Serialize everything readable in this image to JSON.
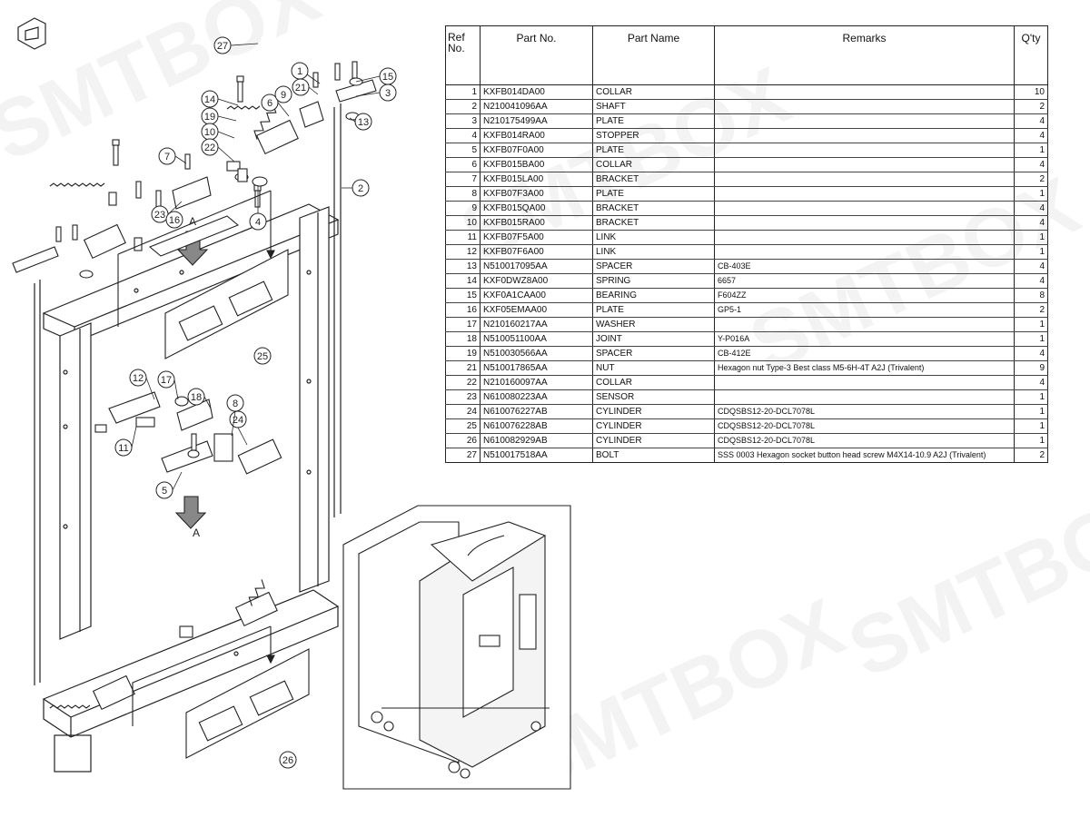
{
  "table": {
    "headers": {
      "ref": "Ref\nNo.",
      "part_no": "Part No.",
      "part_name": "Part Name",
      "remarks": "Remarks",
      "qty": "Q'ty"
    },
    "rows": [
      {
        "ref": "1",
        "part_no": "KXFB014DA00",
        "part_name": "COLLAR",
        "remarks": "",
        "qty": "10"
      },
      {
        "ref": "2",
        "part_no": "N210041096AA",
        "part_name": "SHAFT",
        "remarks": "",
        "qty": "2"
      },
      {
        "ref": "3",
        "part_no": "N210175499AA",
        "part_name": "PLATE",
        "remarks": "",
        "qty": "4"
      },
      {
        "ref": "4",
        "part_no": "KXFB014RA00",
        "part_name": "STOPPER",
        "remarks": "",
        "qty": "4"
      },
      {
        "ref": "5",
        "part_no": "KXFB07F0A00",
        "part_name": "PLATE",
        "remarks": "",
        "qty": "1"
      },
      {
        "ref": "6",
        "part_no": "KXFB015BA00",
        "part_name": "COLLAR",
        "remarks": "",
        "qty": "4"
      },
      {
        "ref": "7",
        "part_no": "KXFB015LA00",
        "part_name": "BRACKET",
        "remarks": "",
        "qty": "2"
      },
      {
        "ref": "8",
        "part_no": "KXFB07F3A00",
        "part_name": "PLATE",
        "remarks": "",
        "qty": "1"
      },
      {
        "ref": "9",
        "part_no": "KXFB015QA00",
        "part_name": "BRACKET",
        "remarks": "",
        "qty": "4"
      },
      {
        "ref": "10",
        "part_no": "KXFB015RA00",
        "part_name": "BRACKET",
        "remarks": "",
        "qty": "4"
      },
      {
        "ref": "11",
        "part_no": "KXFB07F5A00",
        "part_name": "LINK",
        "remarks": "",
        "qty": "1"
      },
      {
        "ref": "12",
        "part_no": "KXFB07F6A00",
        "part_name": "LINK",
        "remarks": "",
        "qty": "1"
      },
      {
        "ref": "13",
        "part_no": "N510017095AA",
        "part_name": "SPACER",
        "remarks": "CB-403E",
        "qty": "4"
      },
      {
        "ref": "14",
        "part_no": "KXF0DWZ8A00",
        "part_name": "SPRING",
        "remarks": "6657",
        "qty": "4"
      },
      {
        "ref": "15",
        "part_no": "KXF0A1CAA00",
        "part_name": "BEARING",
        "remarks": "F604ZZ",
        "qty": "8"
      },
      {
        "ref": "16",
        "part_no": "KXF05EMAA00",
        "part_name": "PLATE",
        "remarks": "GP5-1",
        "qty": "2"
      },
      {
        "ref": "17",
        "part_no": "N210160217AA",
        "part_name": "WASHER",
        "remarks": "",
        "qty": "1"
      },
      {
        "ref": "18",
        "part_no": "N510051100AA",
        "part_name": "JOINT",
        "remarks": "Y-P016A",
        "qty": "1"
      },
      {
        "ref": "19",
        "part_no": "N510030566AA",
        "part_name": "SPACER",
        "remarks": "CB-412E",
        "qty": "4"
      },
      {
        "ref": "21",
        "part_no": "N510017865AA",
        "part_name": "NUT",
        "remarks": "Hexagon nut Type-3 Best class M5-6H-4T A2J (Trivalent)",
        "qty": "9"
      },
      {
        "ref": "22",
        "part_no": "N210160097AA",
        "part_name": "COLLAR",
        "remarks": "",
        "qty": "4"
      },
      {
        "ref": "23",
        "part_no": "N610080223AA",
        "part_name": "SENSOR",
        "remarks": "",
        "qty": "1"
      },
      {
        "ref": "24",
        "part_no": "N610076227AB",
        "part_name": "CYLINDER",
        "remarks": "CDQSBS12-20-DCL7078L",
        "qty": "1"
      },
      {
        "ref": "25",
        "part_no": "N610076228AB",
        "part_name": "CYLINDER",
        "remarks": "CDQSBS12-20-DCL7078L",
        "qty": "1"
      },
      {
        "ref": "26",
        "part_no": "N610082929AB",
        "part_name": "CYLINDER",
        "remarks": "CDQSBS12-20-DCL7078L",
        "qty": "1"
      },
      {
        "ref": "27",
        "part_no": "N510017518AA",
        "part_name": "BOLT",
        "remarks": "SSS 0003 Hexagon socket button head screw M4X14-10.9 A2J (Trivalent)",
        "qty": "2"
      }
    ]
  },
  "diagram": {
    "callouts": [
      "27",
      "1",
      "21",
      "15",
      "3",
      "14",
      "6",
      "9",
      "19",
      "13",
      "10",
      "22",
      "7",
      "2",
      "23",
      "16",
      "4",
      "A",
      "25",
      "12",
      "17",
      "18",
      "8",
      "24",
      "11",
      "5",
      "A",
      "26"
    ],
    "icons": {
      "front_arrow": "front-direction-arrow-icon",
      "view_arrow": "view-direction-arrow-icon"
    },
    "watermark": "SMTBOX"
  },
  "colors": {
    "line": "#222222",
    "paper": "#ffffff",
    "watermark": "#e6e6e6"
  }
}
